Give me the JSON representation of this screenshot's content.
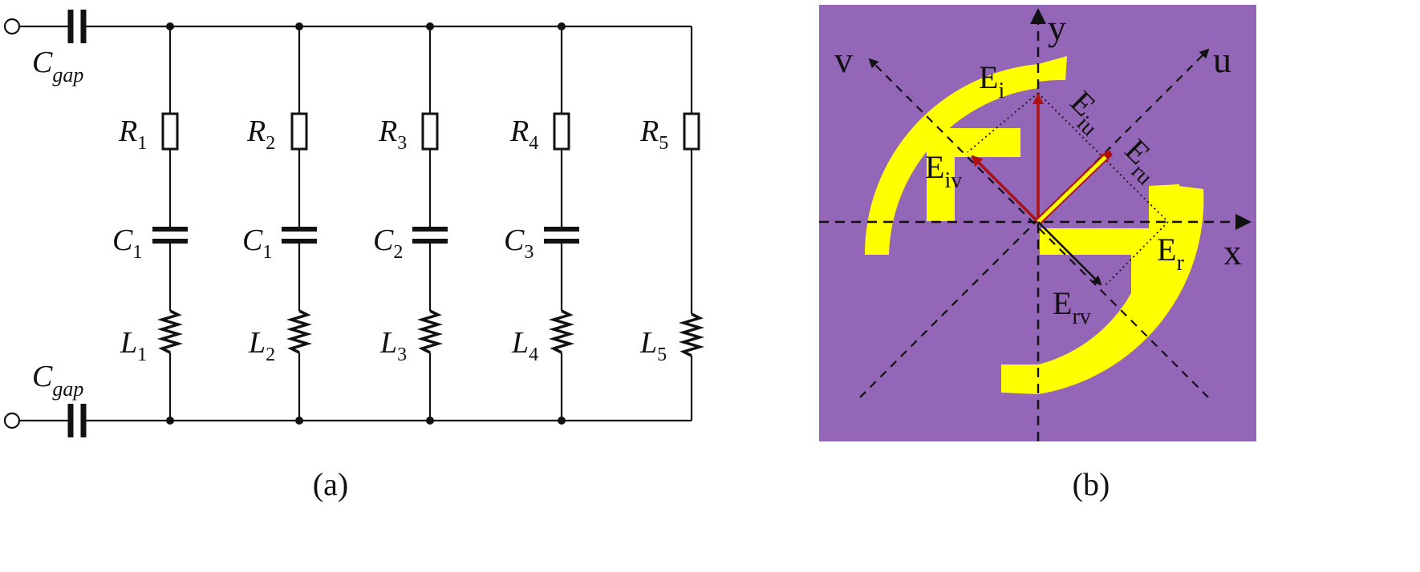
{
  "panel_a": {
    "caption": "(a)",
    "cgap_top": {
      "main": "C",
      "sub": "gap"
    },
    "cgap_bottom": {
      "main": "C",
      "sub": "gap"
    },
    "branches": [
      {
        "r": {
          "main": "R",
          "sub": "1"
        },
        "c": {
          "main": "C",
          "sub": "1"
        },
        "l": {
          "main": "L",
          "sub": "1"
        }
      },
      {
        "r": {
          "main": "R",
          "sub": "2"
        },
        "c": {
          "main": "C",
          "sub": "1"
        },
        "l": {
          "main": "L",
          "sub": "2"
        }
      },
      {
        "r": {
          "main": "R",
          "sub": "3"
        },
        "c": {
          "main": "C",
          "sub": "2"
        },
        "l": {
          "main": "L",
          "sub": "3"
        }
      },
      {
        "r": {
          "main": "R",
          "sub": "4"
        },
        "c": {
          "main": "C",
          "sub": "3"
        },
        "l": {
          "main": "L",
          "sub": "4"
        }
      },
      {
        "r": {
          "main": "R",
          "sub": "5"
        },
        "l": {
          "main": "L",
          "sub": "5"
        }
      }
    ]
  },
  "panel_b": {
    "caption": "(b)",
    "axes": {
      "x": "x",
      "y": "y",
      "u": "u",
      "v": "v"
    },
    "vectors": {
      "ei": {
        "main": "E",
        "sub": "i"
      },
      "eiu": {
        "main": "E",
        "sub": "iu"
      },
      "eiv": {
        "main": "E",
        "sub": "iv"
      },
      "eru": {
        "main": "E",
        "sub": "ru"
      },
      "er": {
        "main": "E",
        "sub": "r"
      },
      "erv": {
        "main": "E",
        "sub": "rv"
      }
    },
    "colors": {
      "background": "#9466b8",
      "metal": "#ffff00",
      "incident": "#b01010",
      "arrow": "#111111"
    }
  }
}
